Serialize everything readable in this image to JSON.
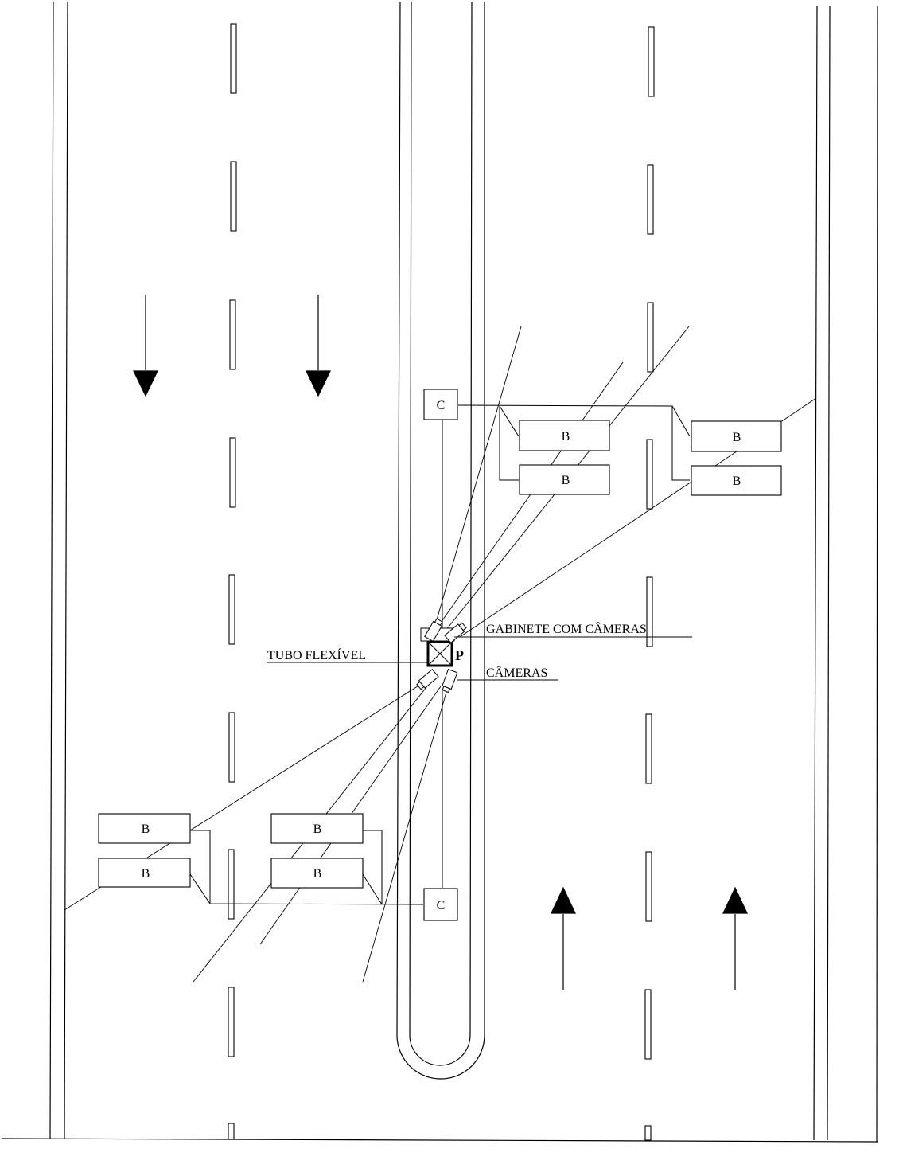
{
  "boxes": {
    "controller": "C",
    "buried": "B"
  },
  "labels": {
    "cabinet": "GABINETE COM CÂMERAS",
    "flexible_tube": "TUBO FLEXÍVEL",
    "cameras": "CÂMERAS",
    "pole": "P"
  },
  "lanes": {
    "left_direction": "down",
    "right_direction": "up"
  },
  "colors": {
    "ink": "#000000",
    "paper": "#ffffff"
  }
}
